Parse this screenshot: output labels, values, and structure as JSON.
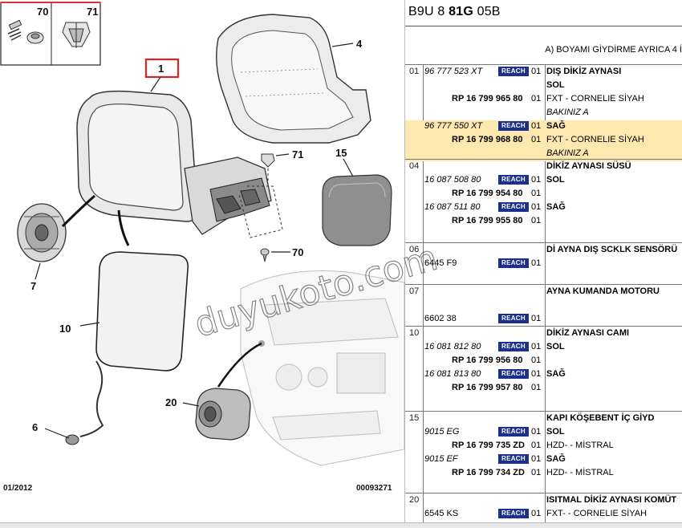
{
  "diagram": {
    "callouts": [
      "70",
      "71",
      "1",
      "4",
      "71",
      "15",
      "7",
      "70",
      "10",
      "6",
      "20"
    ],
    "date_code": "01/2012",
    "drawing_number": "00093271",
    "watermark": "duyukoto.com"
  },
  "parts": {
    "ref_prefix": "B9U 8 ",
    "ref_bold": "81G",
    "ref_suffix": " 05B",
    "note": "A) BOYAMI GİYDİRME AYRICA 4 İ",
    "badge_label": "REACH",
    "groups": [
      {
        "no": "01",
        "lines": [
          {
            "pn": "96 777 523 XT",
            "reach": true,
            "qty": "01",
            "desc": "DIŞ DİKİZ AYNASI",
            "desc_bold": true
          },
          {
            "pn": "",
            "reach": false,
            "qty": "",
            "desc": "SOL",
            "desc_bold": true
          },
          {
            "rp": "RP 16 799 965 80",
            "reach": false,
            "qty": "01",
            "desc": "FXT - CORNELIE SİYAH"
          },
          {
            "pn": "",
            "reach": false,
            "qty": "",
            "desc": "BAKINIZ A",
            "desc_italic": true
          },
          {
            "pn": "96 777 550 XT",
            "reach": true,
            "qty": "01",
            "desc": "SAĞ",
            "desc_bold": true,
            "hl": true
          },
          {
            "rp": "RP 16 799 968 80",
            "reach": false,
            "qty": "01",
            "desc": "FXT - CORNELIE SİYAH",
            "hl": true
          },
          {
            "pn": "",
            "reach": false,
            "qty": "",
            "desc": "BAKINIZ A",
            "desc_italic": true,
            "hl": true
          }
        ]
      },
      {
        "no": "04",
        "lines": [
          {
            "pn": "",
            "reach": false,
            "qty": "",
            "desc": "DİKİZ AYNASI SÜSÜ",
            "desc_bold": true
          },
          {
            "pn": "16 087 508 80",
            "reach": true,
            "qty": "01",
            "desc": "SOL",
            "desc_bold": true
          },
          {
            "rp": "RP 16 799 954 80",
            "reach": false,
            "qty": "01",
            "desc": ""
          },
          {
            "pn": "16 087 511 80",
            "reach": true,
            "qty": "01",
            "desc": "SAĞ",
            "desc_bold": true
          },
          {
            "rp": "RP 16 799 955 80",
            "reach": false,
            "qty": "01",
            "desc": ""
          }
        ]
      },
      {
        "no": "06",
        "lines": [
          {
            "pn": "",
            "reach": false,
            "qty": "",
            "desc": "Dİ AYNA DIŞ SCKLK SENSÖRÜ",
            "desc_bold": true
          },
          {
            "pn_plain": "6445 F9",
            "reach": true,
            "qty": "01",
            "desc": ""
          }
        ]
      },
      {
        "no": "07",
        "lines": [
          {
            "pn": "",
            "reach": false,
            "qty": "",
            "desc": "AYNA KUMANDA MOTORU",
            "desc_bold": true
          },
          {
            "pn": "",
            "reach": false,
            "qty": "",
            "desc": ""
          },
          {
            "pn_plain": "6602 38",
            "reach": true,
            "qty": "01",
            "desc": ""
          }
        ]
      },
      {
        "no": "10",
        "lines": [
          {
            "pn": "",
            "reach": false,
            "qty": "",
            "desc": "DİKİZ AYNASI CAMI",
            "desc_bold": true
          },
          {
            "pn": "16 081 812 80",
            "reach": true,
            "qty": "01",
            "desc": "SOL",
            "desc_bold": true
          },
          {
            "rp": "RP 16 799 956 80",
            "reach": false,
            "qty": "01",
            "desc": ""
          },
          {
            "pn": "16 081 813 80",
            "reach": true,
            "qty": "01",
            "desc": "SAĞ",
            "desc_bold": true
          },
          {
            "rp": "RP 16 799 957 80",
            "reach": false,
            "qty": "01",
            "desc": ""
          }
        ]
      },
      {
        "no": "15",
        "lines": [
          {
            "pn": "",
            "reach": false,
            "qty": "",
            "desc": "KAPI KÖŞEBENT İÇ GİYD",
            "desc_bold": true
          },
          {
            "pn": "9015 EG",
            "reach": true,
            "qty": "01",
            "desc": "SOL",
            "desc_bold": true
          },
          {
            "rp": "RP 16 799 735 ZD",
            "reach": false,
            "qty": "01",
            "desc": "HZD- - MİSTRAL"
          },
          {
            "pn": "9015 EF",
            "reach": true,
            "qty": "01",
            "desc": "SAĞ",
            "desc_bold": true
          },
          {
            "rp": "RP 16 799 734 ZD",
            "reach": false,
            "qty": "01",
            "desc": "HZD- - MİSTRAL"
          }
        ]
      },
      {
        "no": "20",
        "lines": [
          {
            "pn": "",
            "reach": false,
            "qty": "",
            "desc": "ISITMAL DİKİZ AYNASI KOMÜT",
            "desc_bold": true
          },
          {
            "pn_plain": "6545 KS",
            "reach": true,
            "qty": "01",
            "desc": "FXT- - CORNELIE SİYAH"
          }
        ]
      }
    ]
  }
}
